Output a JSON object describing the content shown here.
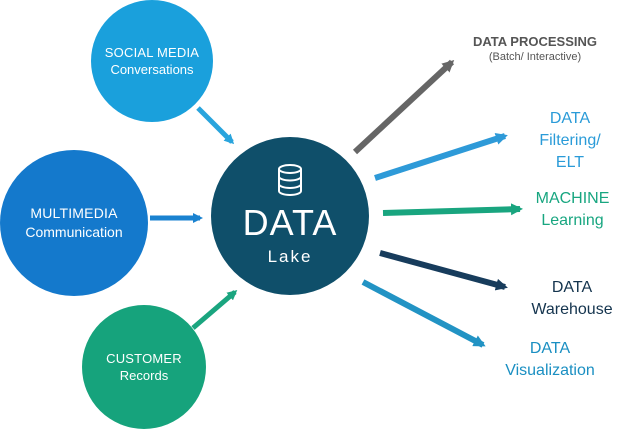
{
  "sources": {
    "social": {
      "line1": "SOCIAL MEDIA",
      "line2": "Conversations",
      "color": "#1aa0dc"
    },
    "multimedia": {
      "line1": "MULTIMEDIA",
      "line2": "Communication",
      "color": "#1479cc"
    },
    "customer": {
      "line1": "CUSTOMER",
      "line2": "Records",
      "color": "#16a37c"
    }
  },
  "lake": {
    "title": "DATA",
    "subtitle": "Lake",
    "color": "#0f4f6a",
    "icon": "database-icon"
  },
  "outputs": {
    "processing": {
      "line1": "DATA PROCESSING",
      "line2": "(Batch/ Interactive)",
      "color": "#555555"
    },
    "filtering": {
      "line1": "DATA",
      "line2": "Filtering/ ELT",
      "color": "#2a9bd8"
    },
    "ml": {
      "line1": "MACHINE",
      "line2": "Learning",
      "color": "#18a680"
    },
    "warehouse": {
      "line1": "DATA",
      "line2": "Warehouse",
      "color": "#14344e"
    },
    "visualization": {
      "line1": "DATA",
      "line2": "Visualization",
      "color": "#1a8fc2"
    }
  }
}
